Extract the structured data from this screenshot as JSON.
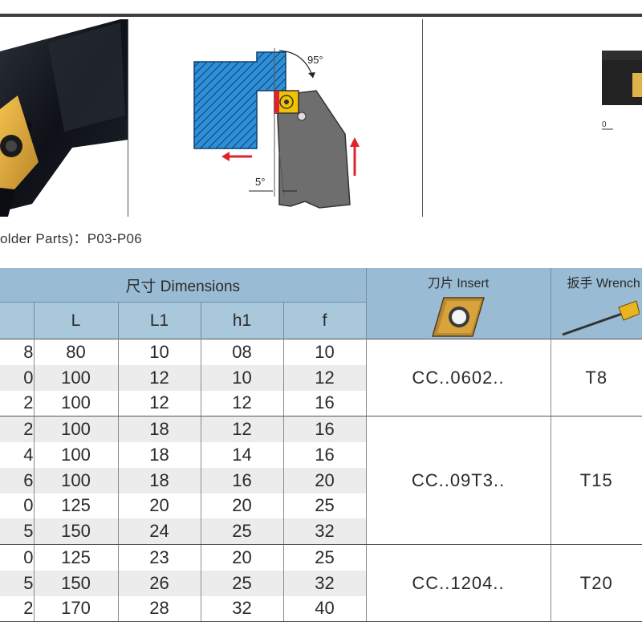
{
  "caption": "older Parts)：P03-P06",
  "diagram": {
    "angle_main": "95°",
    "angle_side": "5°"
  },
  "photo_right_label": "0",
  "table": {
    "dimensions_header": "尺寸 Dimensions",
    "insert_header": "刀片 Insert",
    "wrench_header": "扳手 Wrench",
    "columns": [
      "",
      "L",
      "L1",
      "h1",
      "f"
    ],
    "groups": [
      {
        "insert": "CC..0602..",
        "wrench": "T8",
        "rows": [
          [
            "8",
            "80",
            "10",
            "08",
            "10"
          ],
          [
            "0",
            "100",
            "12",
            "10",
            "12"
          ],
          [
            "2",
            "100",
            "12",
            "12",
            "16"
          ]
        ]
      },
      {
        "insert": "CC..09T3..",
        "wrench": "T15",
        "rows": [
          [
            "2",
            "100",
            "18",
            "12",
            "16"
          ],
          [
            "4",
            "100",
            "18",
            "14",
            "16"
          ],
          [
            "6",
            "100",
            "18",
            "16",
            "20"
          ],
          [
            "0",
            "125",
            "20",
            "20",
            "25"
          ],
          [
            "5",
            "150",
            "24",
            "25",
            "32"
          ]
        ]
      },
      {
        "insert": "CC..1204..",
        "wrench": "T20",
        "rows": [
          [
            "0",
            "125",
            "23",
            "20",
            "25"
          ],
          [
            "5",
            "150",
            "26",
            "25",
            "32"
          ],
          [
            "2",
            "170",
            "28",
            "32",
            "40"
          ]
        ]
      }
    ]
  },
  "colors": {
    "header_blue": "#99bcd4",
    "insert_gold": "#d8a33a",
    "workpiece_blue": "#2f8fd6",
    "tool_gray": "#6e6e6e",
    "arrow_red": "#e0232b"
  }
}
